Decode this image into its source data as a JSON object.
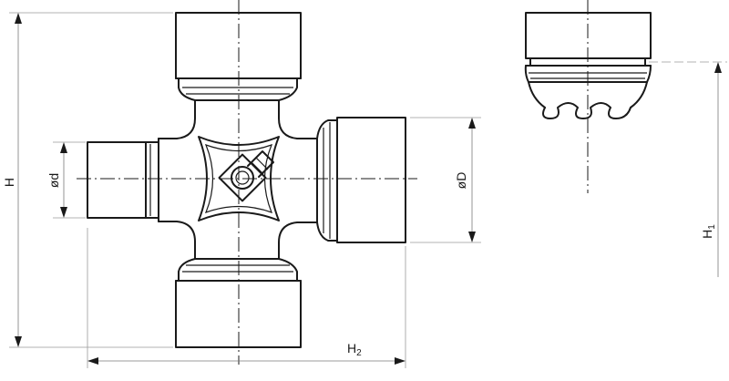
{
  "diagram": {
    "labels": {
      "H": "H",
      "d": "ød",
      "D": "øD",
      "H2_main": "H",
      "H2_sub": "2",
      "H1_main": "H",
      "H1_sub": "1"
    }
  }
}
